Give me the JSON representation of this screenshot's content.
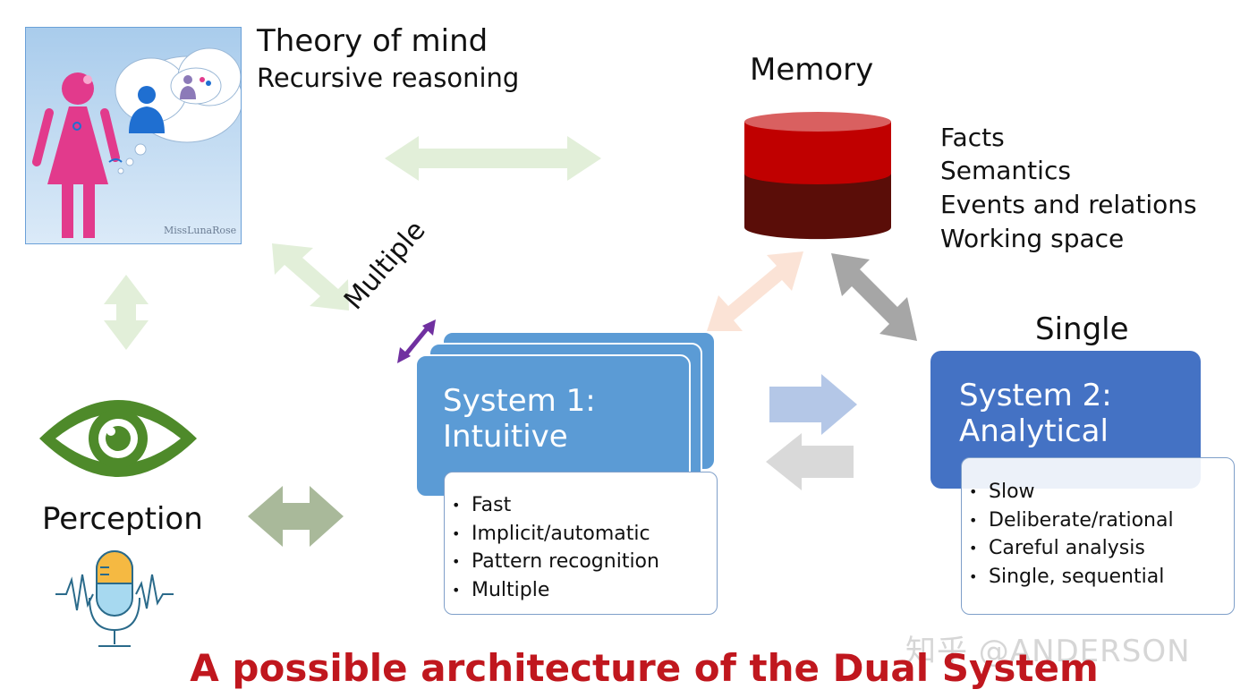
{
  "theory_of_mind": {
    "title": "Theory of mind",
    "subtitle": "Recursive reasoning",
    "image_credit": "MissLunaRose"
  },
  "memory": {
    "title": "Memory",
    "items": [
      "Facts",
      "Semantics",
      "Events and relations",
      "Working space"
    ]
  },
  "system1": {
    "title_line1": "System 1:",
    "title_line2": "Intuitive",
    "multiple_label": "Multiple",
    "traits": [
      "Fast",
      "Implicit/automatic",
      "Pattern recognition",
      "Multiple"
    ]
  },
  "system2": {
    "single_label": "Single",
    "title_line1": "System 2:",
    "title_line2": "Analytical",
    "traits": [
      "Slow",
      "Deliberate/rational",
      "Careful analysis",
      "Single, sequential"
    ]
  },
  "perception": {
    "label": "Perception"
  },
  "main_title": "A possible architecture of the Dual System",
  "watermark": "知乎 @ANDERSON",
  "colors": {
    "system1": "#5b9bd5",
    "system2": "#4472c4",
    "title_red": "#c0171e",
    "db_top": "#c00000",
    "db_bottom": "#5a0d08",
    "eye_green": "#4e8a2a",
    "multiple_arrow": "#7030a0"
  },
  "icons": [
    "person-thinking-icon",
    "database-icon",
    "eye-icon",
    "microphone-icon"
  ]
}
